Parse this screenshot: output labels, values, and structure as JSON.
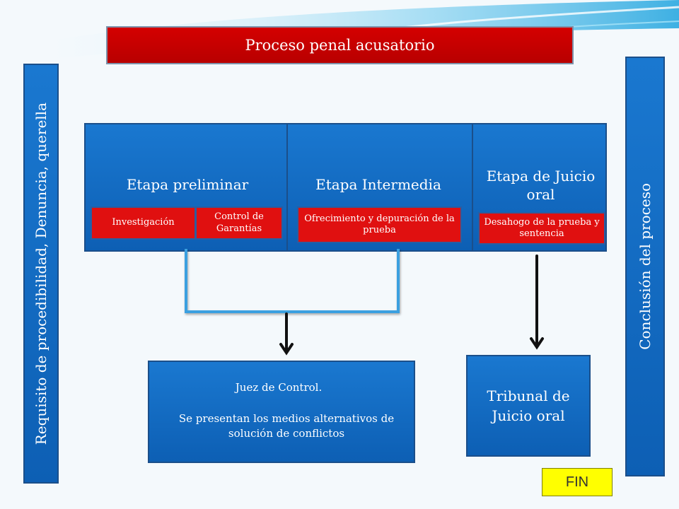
{
  "title": "Proceso penal acusatorio",
  "left_bar": "Requisito de procedibilidad, Denuncia, querella",
  "right_bar": "Conclusión del proceso",
  "stages": [
    {
      "label": "Etapa preliminar"
    },
    {
      "label": "Etapa Intermedia"
    },
    {
      "label": "Etapa de Juicio oral"
    }
  ],
  "sub_boxes": {
    "investigacion": "Investigación",
    "control_garantias": "Control de Garantías",
    "ofrecimiento": "Ofrecimiento y depuración de la prueba",
    "desahogo": "Desahogo de la prueba y sentencia"
  },
  "juez": {
    "line1": "Juez de Control.",
    "line2": "Se presentan los medios alternativos de solución de conflictos"
  },
  "tribunal": "Tribunal de Juicio oral",
  "fin": "FIN",
  "colors": {
    "blue": "#1570c8",
    "red": "#e01010",
    "title_red": "#c80000",
    "fin_yellow": "#ffff00",
    "connector": "#3aa0e0"
  }
}
